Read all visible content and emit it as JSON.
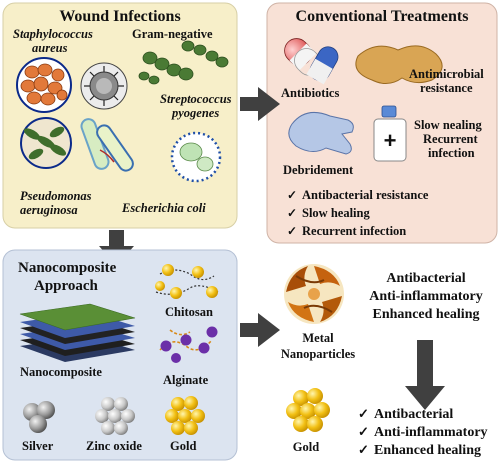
{
  "panels": {
    "wound_infections": {
      "title": "Wound Infections",
      "bacteria": {
        "staph_line1": "Staphylococcus",
        "staph_line2": "aureus",
        "gram_negative": "Gram-negative",
        "strep_line1": "Streptococcus",
        "strep_line2": "pyogenes",
        "pseudo_line1": "Pseudomonas",
        "pseudo_line2": "aeruginosa",
        "ecoli": "Escherichia coli"
      }
    },
    "conventional_treatments": {
      "title": "Conventional Treatments",
      "labels": {
        "antibiotics": "Antibiotics",
        "antimicrobial_line1": "Antimicrobial",
        "antimicrobial_line2": "resistance",
        "debridement": "Debridement",
        "slow_line1": "Slow nealing",
        "slow_line2": "Recurrent",
        "slow_line3": "infection"
      },
      "issues": [
        "Antibacterial resistance",
        "Slow healing",
        "Recurrent infection"
      ]
    },
    "nanocomposite": {
      "title_line1": "Nanocomposite",
      "title_line2": "Approach",
      "labels": {
        "chitosan": "Chitosan",
        "nanocomposite": "Nanocomposite",
        "alginate": "Alginate",
        "silver": "Silver",
        "zinc_oxide": "Zinc oxide",
        "gold": "Gold"
      }
    },
    "outcome": {
      "metal_line1": "Metal",
      "metal_line2": "Nanoparticles",
      "effects": [
        "Antibacterial",
        "Anti-inflammatory",
        "Enhanced healing"
      ],
      "gold": "Gold",
      "benefits": [
        "Antibacterial",
        "Anti-inflammatory",
        "Enhanced healing"
      ]
    }
  },
  "icons": {
    "check": "✓",
    "plus": "+"
  },
  "colors": {
    "wound_panel": "#f7efc9",
    "treatment_panel": "#f8e1d6",
    "nano_panel": "#dce4f0",
    "arrow": "#404040",
    "gold": "#f2c014",
    "staph": "#e2793a",
    "gram_negative": "#4a7a34"
  }
}
